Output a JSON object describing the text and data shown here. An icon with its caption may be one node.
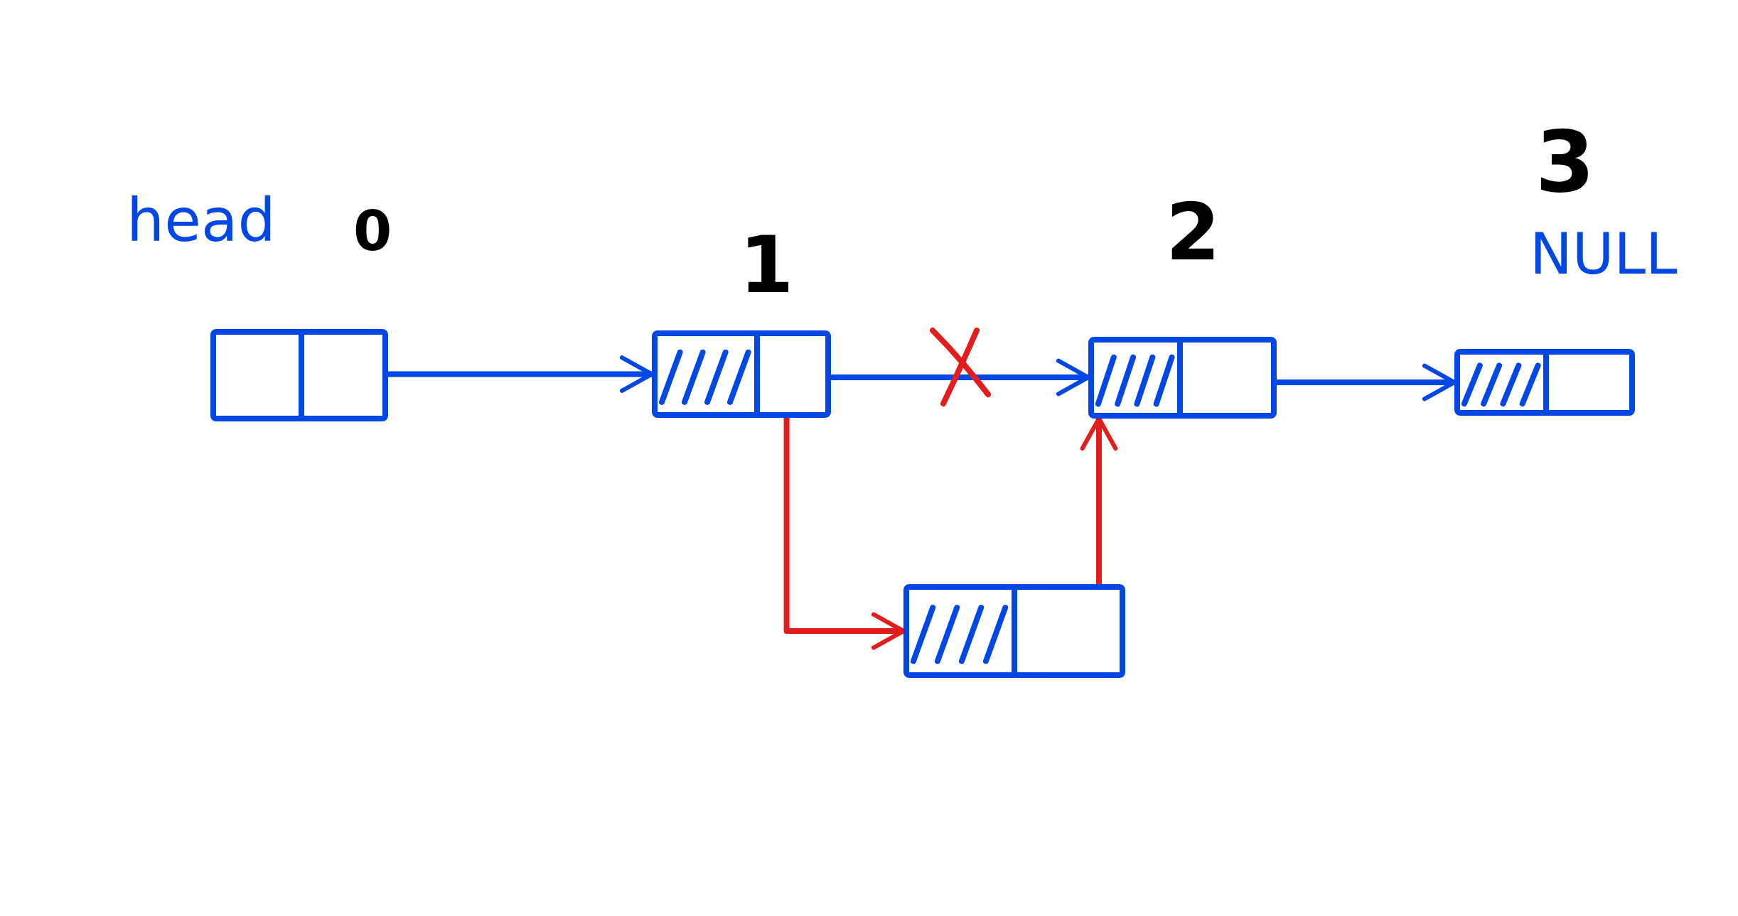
{
  "diagram": {
    "nodes": [
      {
        "text": [],
        "shape": "box",
        "beside": [
          "head",
          "0"
        ]
      },
      {
        "text": [],
        "shape": "box",
        "beside": [
          "1"
        ]
      },
      {
        "text": [],
        "shape": "box",
        "beside": [
          "2"
        ]
      },
      {
        "text": [],
        "shape": "box",
        "beside": [
          "3",
          "NULL"
        ]
      },
      {
        "text": [],
        "shape": "box"
      }
    ],
    "edges": [
      {
        "from": 0,
        "to": 1,
        "arrow": "to"
      },
      {
        "from": 1,
        "to": 2,
        "arrow": "to"
      },
      {
        "from": 2,
        "to": 3,
        "arrow": "to"
      },
      {
        "from": 1,
        "to": 4,
        "arrow": "to",
        "color": "#e31c1c"
      },
      {
        "from": 4,
        "to": 2,
        "arrow": "to",
        "color": "#e31c1c"
      }
    ]
  }
}
